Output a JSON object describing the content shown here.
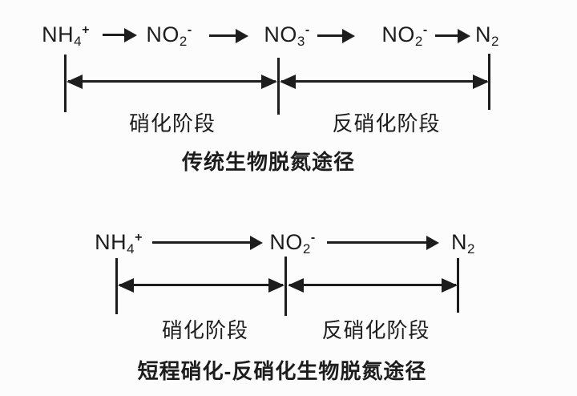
{
  "figure": {
    "background_color": "#fcfcfc",
    "ink_color": "#1d1d1d"
  },
  "diagrams": [
    {
      "title": "传统生物脱氮途径",
      "species": [
        {
          "base": "NH",
          "sub": "4",
          "sup": "+"
        },
        {
          "base": "NO",
          "sub": "2",
          "sup": "-"
        },
        {
          "base": "NO",
          "sub": "3",
          "sup": "-"
        },
        {
          "base": "NO",
          "sub": "2",
          "sup": "-"
        },
        {
          "base": "N",
          "sub": "2",
          "sup": ""
        }
      ],
      "stages": [
        {
          "label": "硝化阶段"
        },
        {
          "label": "反硝化阶段"
        }
      ]
    },
    {
      "title": "短程硝化-反硝化生物脱氮途径",
      "species": [
        {
          "base": "NH",
          "sub": "4",
          "sup": "+"
        },
        {
          "base": "NO",
          "sub": "2",
          "sup": "-"
        },
        {
          "base": "N",
          "sub": "2",
          "sup": ""
        }
      ],
      "stages": [
        {
          "label": "硝化阶段"
        },
        {
          "label": "反硝化阶段"
        }
      ]
    }
  ]
}
